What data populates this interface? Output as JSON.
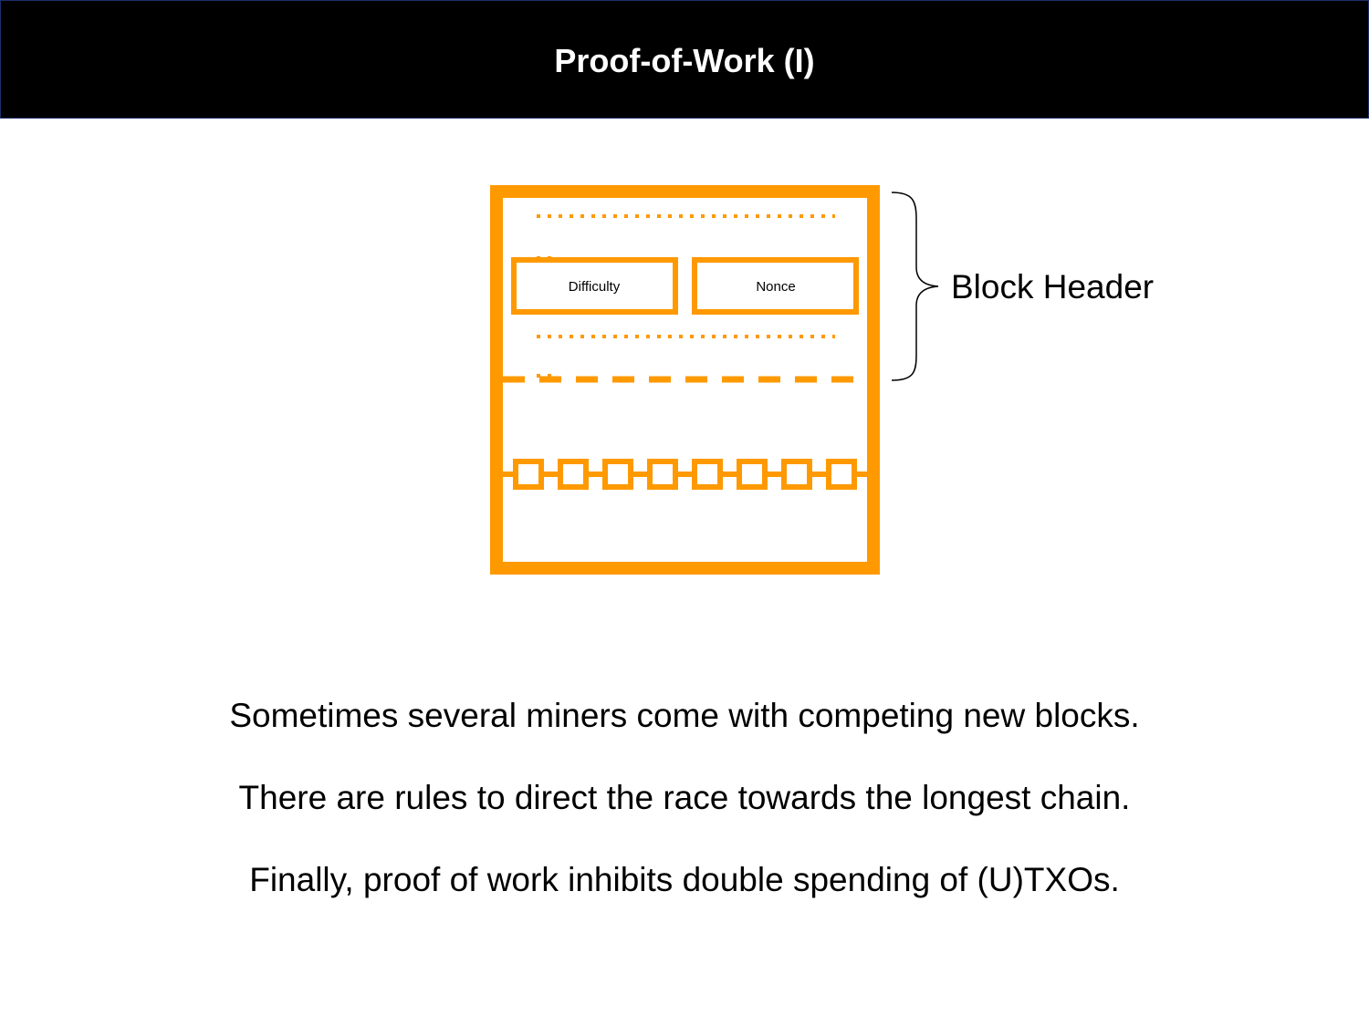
{
  "slide": {
    "title": "Proof-of-Work (I)"
  },
  "diagram": {
    "accent_color": "#ff9900",
    "fields": [
      {
        "label": "Difficulty"
      },
      {
        "label": "Nonce"
      }
    ],
    "brace_label": "Block Header"
  },
  "body": {
    "lines": [
      "Sometimes several miners come with competing new blocks.",
      "There are rules to direct the race towards the longest chain.",
      "Finally, proof of work inhibits double spending of (U)TXOs."
    ]
  }
}
